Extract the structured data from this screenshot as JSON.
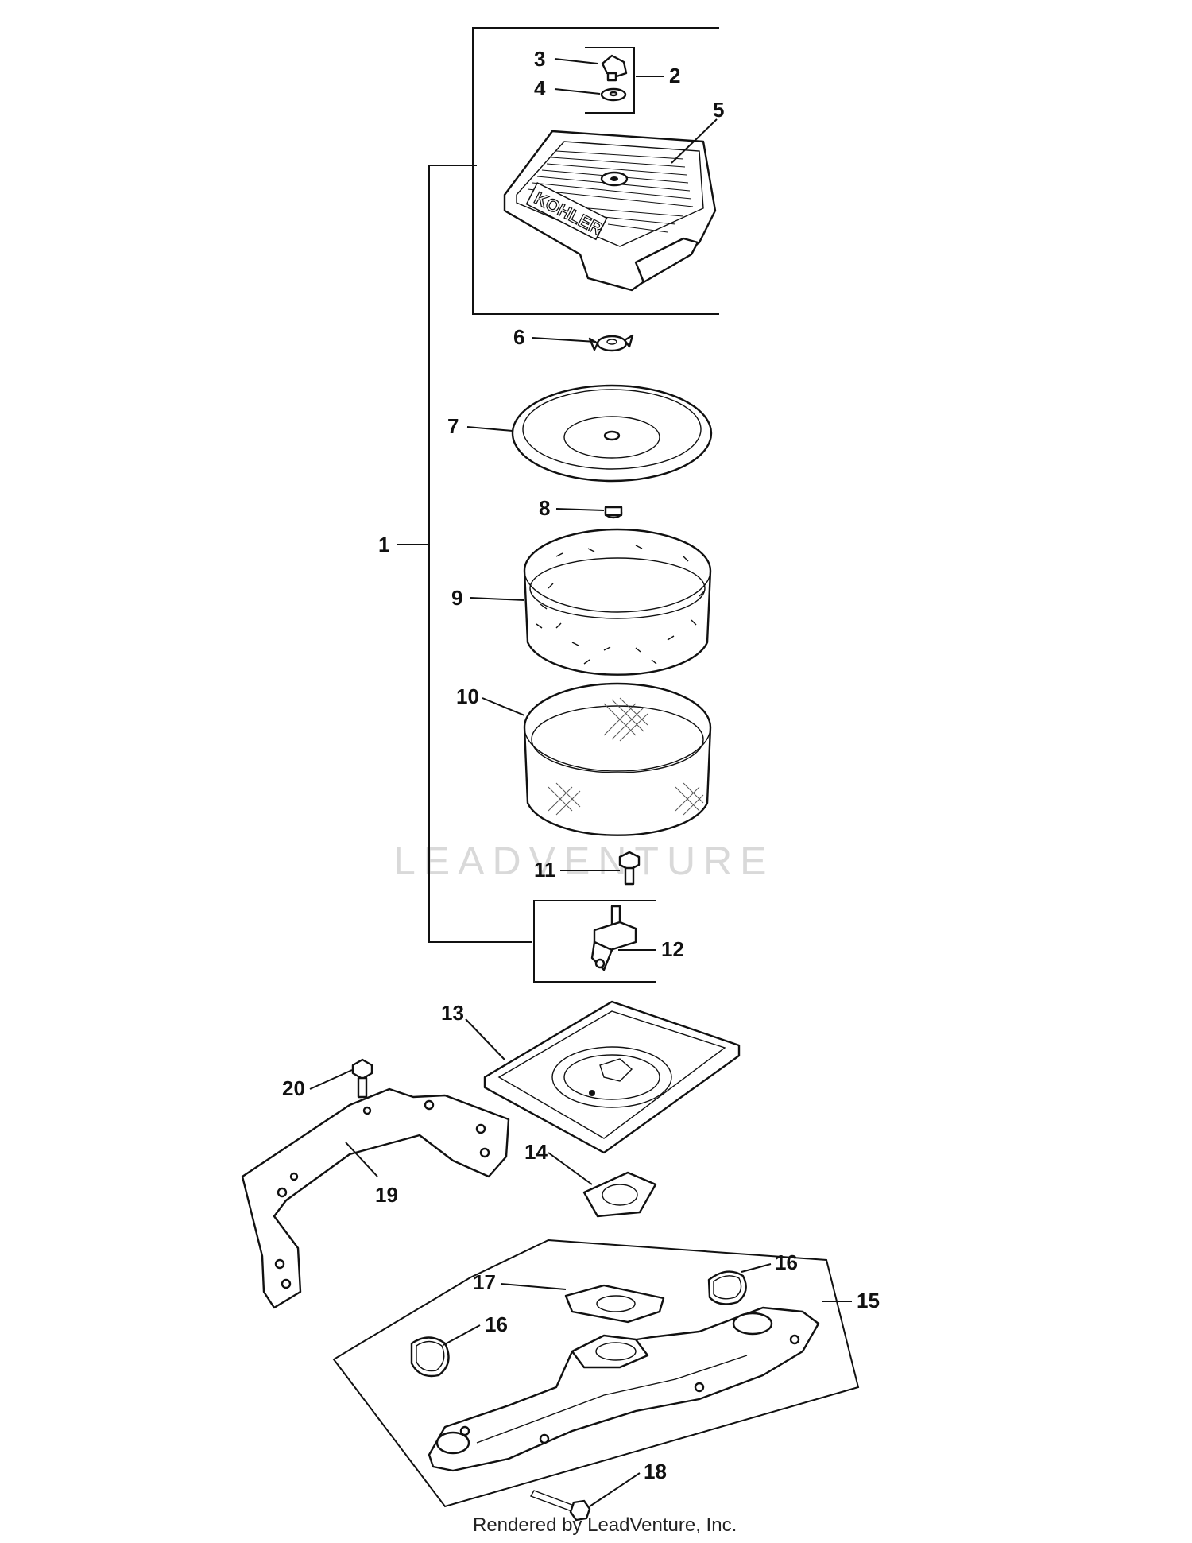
{
  "watermark": "LEADVENTURE",
  "credit": "Rendered by LeadVenture, Inc.",
  "brand_text": "KOHLER",
  "callouts": [
    "1",
    "2",
    "3",
    "4",
    "5",
    "6",
    "7",
    "8",
    "9",
    "10",
    "11",
    "12",
    "13",
    "14",
    "15",
    "16",
    "16",
    "17",
    "18",
    "19",
    "20"
  ]
}
